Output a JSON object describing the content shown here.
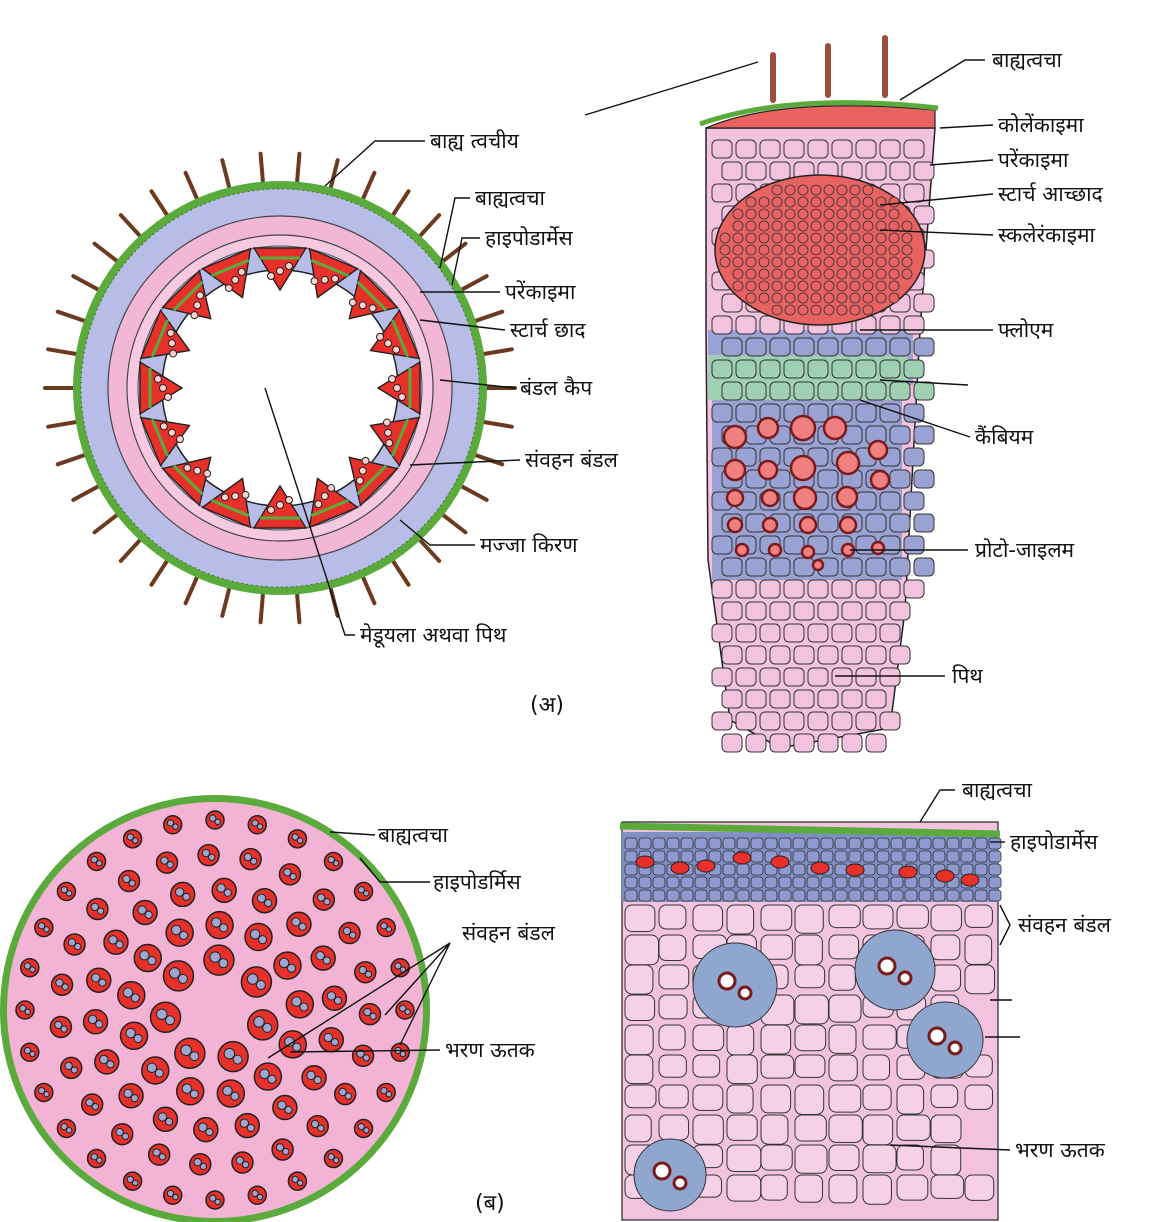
{
  "panel_a": {
    "caption": "(अ)",
    "tl_labels": {
      "epidermal_hair": "बाह्य त्वचीय",
      "epidermis": "बाह्यत्वचा",
      "hypodermis": "हाइपोडार्मेस",
      "parenchyma": "परेंकाइमा",
      "starch_sheath": "स्टार्च छाद",
      "bundle_cap": "बंडल कैप",
      "vascular_bundle": "संवहन बंडल",
      "medullary_ray": "मज्जा किरण",
      "pith": "मेडूयला अथवा पिथ"
    },
    "tr_labels": {
      "epidermis": "बाह्यत्वचा",
      "collenchyma": "कोलेंकाइमा",
      "parenchyma": "परेंकाइमा",
      "starch_sheath": "स्टार्च आच्छाद",
      "sclerenchyma": "स्कलेरंकाइमा",
      "phloem": "फ्लोएम",
      "cambium": "कैंबियम",
      "protoxylem": "प्रोटो-जाइलम",
      "pith": "पिथ"
    }
  },
  "panel_b": {
    "caption": "(ब)",
    "bl_labels": {
      "epidermis": "बाह्यत्वचा",
      "hypodermis": "हाइपोडर्मिस",
      "vascular_bundles": "संवहन बंडल",
      "ground_tissue": "भरण ऊतक"
    },
    "br_labels": {
      "epidermis": "बाह्यत्वचा",
      "hypodermis": "हाइपोडार्मेस",
      "vascular_bundles": "संवहन बंडल",
      "ground_tissue": "भरण ऊतक"
    }
  },
  "colors": {
    "epidermis_green": "#5aab3c",
    "parenchyma_pink": "#f2b6d6",
    "sclerenchyma_red": "#e05a5a",
    "phloem_blue": "#9aa2d4",
    "cambium_green": "#9fd0b4",
    "xylem_red": "#e8302a",
    "hair_brown": "#6b3a1f"
  }
}
